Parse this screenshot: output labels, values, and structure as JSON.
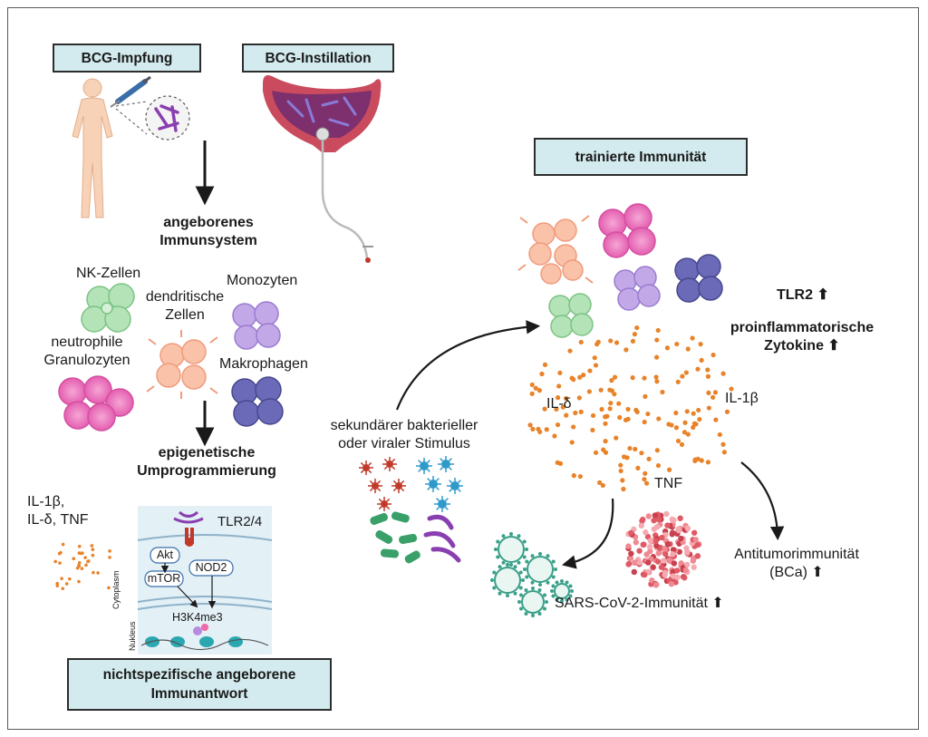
{
  "boxes": {
    "bcg_vaccination": "BCG-Impfung",
    "bcg_instillation": "BCG-Instillation",
    "trained_immunity": "trainierte Immunität",
    "nonspecific_line1": "nichtspezifische angeborene",
    "nonspecific_line2": "Immunantwort"
  },
  "innate": {
    "title_line1": "angeborenes",
    "title_line2": "Immunsystem",
    "nk_cells": "NK-Zellen",
    "dendritic_line1": "dendritische",
    "dendritic_line2": "Zellen",
    "monocytes": "Monozyten",
    "neutrophil_line1": "neutrophile",
    "neutrophil_line2": "Granulozyten",
    "macrophages": "Makrophagen"
  },
  "epigenetic": {
    "line1": "epigenetische",
    "line2": "Umprogrammierung"
  },
  "cytokines_left": {
    "line1": "IL-1β,",
    "line2": "IL-δ, TNF"
  },
  "signaling": {
    "receptor": "TLR2/4",
    "akt": "Akt",
    "mtor": "mTOR",
    "nod2": "NOD2",
    "histone_mark": "H3K4me3",
    "cytoplasm": "Cytoplasm",
    "nucleus": "Nukleus"
  },
  "stimulus": {
    "line1": "sekundärer bakterieller",
    "line2": "oder viraler Stimulus"
  },
  "trained": {
    "tlr2": "TLR2 ⬆",
    "proinflammatory_line1": "proinflammatorische",
    "proinflammatory_line2": "Zytokine ⬆",
    "il_delta": "IL-δ",
    "il_1b": "IL-1β",
    "tnf": "TNF",
    "antitumor_line1": "Antitumorimmunität",
    "antitumor_line2": "(BCa) ⬆",
    "sars_cov2": "SARS-CoV-2-Immunität ⬆"
  },
  "colors": {
    "box_fill": "#d3ebee",
    "nk_green": "#9ed9a4",
    "dendritic_peach": "#f7b79c",
    "monocyte_purple": "#b99be0",
    "neutrophil_pink": "#f08cc8",
    "macrophage_blue": "#5f5fb0",
    "cytokine_orange": "#e8832a",
    "virus_teal": "#3aa08a",
    "tnf_red": "#e05a66"
  }
}
